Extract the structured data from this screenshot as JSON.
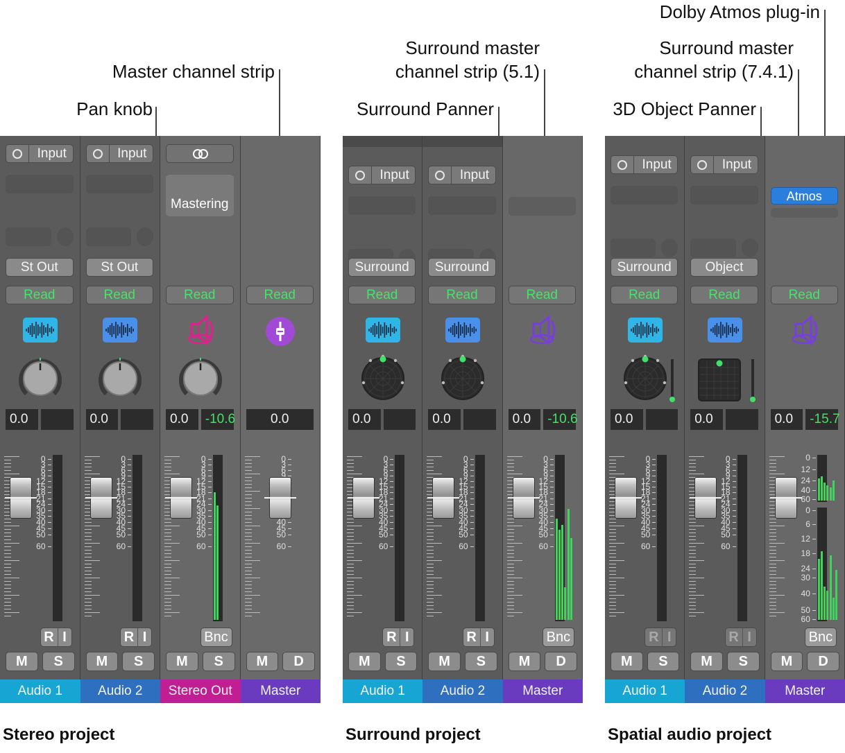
{
  "callouts": {
    "dolby": "Dolby Atmos plug-in",
    "surround741_l1": "Surround master",
    "surround741_l2": "channel strip (7.4.1)",
    "surround51_l1": "Surround master",
    "surround51_l2": "channel strip (5.1)",
    "master_strip": "Master channel strip",
    "surround_panner": "Surround Panner",
    "object_panner": "3D Object Panner",
    "pan_knob": "Pan knob"
  },
  "captions": {
    "stereo": "Stereo project",
    "surround": "Surround project",
    "spatial": "Spatial audio project"
  },
  "labels": {
    "input": "Input",
    "read": "Read",
    "mute": "M",
    "solo": "S",
    "dim": "D",
    "rec": "R",
    "input_mon": "I",
    "bounce": "Bnc",
    "mastering": "Mastering",
    "atmos": "Atmos"
  },
  "scale_ticks": [
    "0",
    "3",
    "6",
    "9",
    "12",
    "15",
    "18",
    "21",
    "24",
    "30",
    "35",
    "40",
    "45",
    "50",
    "60"
  ],
  "atmos_scale_top": [
    "0",
    "12",
    "24",
    "40",
    "60"
  ],
  "atmos_scale_bottom": [
    "0",
    "6",
    "12",
    "18",
    "24",
    "30",
    "40",
    "50",
    "60"
  ],
  "stereo": [
    {
      "name": "Audio 1",
      "output": "St Out",
      "pan": "0.0",
      "peak": "",
      "color": "#17a6d4"
    },
    {
      "name": "Audio 2",
      "output": "St Out",
      "pan": "0.0",
      "peak": "",
      "color": "#2f6fbf"
    },
    {
      "name": "Stereo Out",
      "output": "",
      "pan": "0.0",
      "peak": "-10.6",
      "color": "#c21e93"
    },
    {
      "name": "Master",
      "output": "",
      "pan": "0.0",
      "peak": "",
      "color": "#6a3bbf"
    }
  ],
  "surround": [
    {
      "name": "Audio 1",
      "output": "Surround",
      "pan": "0.0",
      "peak": "",
      "color": "#17a6d4"
    },
    {
      "name": "Audio 2",
      "output": "Surround",
      "pan": "0.0",
      "peak": "",
      "color": "#2f6fbf"
    },
    {
      "name": "Master",
      "output": "",
      "pan": "0.0",
      "peak": "-10.6",
      "color": "#6a3bbf"
    }
  ],
  "spatial": [
    {
      "name": "Audio 1",
      "output": "Surround",
      "pan": "0.0",
      "peak": "",
      "color": "#17a6d4"
    },
    {
      "name": "Audio 2",
      "output": "Object",
      "pan": "0.0",
      "peak": "",
      "color": "#2f6fbf"
    },
    {
      "name": "Master",
      "output": "",
      "pan": "0.0",
      "peak": "-15.7",
      "color": "#6a3bbf"
    }
  ],
  "colors": {
    "audio_icon": "#2fb6e6",
    "audio_icon_2": "#4a90e8",
    "stereo_out_icon": "#e21f8f",
    "master_icon": "#a04ad6",
    "surround_master_icon": "#7a3ee0",
    "read_green": "#48e26a"
  },
  "icons": {
    "audio": "waveform-icon",
    "output": "speaker-icon",
    "master": "master-fader-icon"
  }
}
